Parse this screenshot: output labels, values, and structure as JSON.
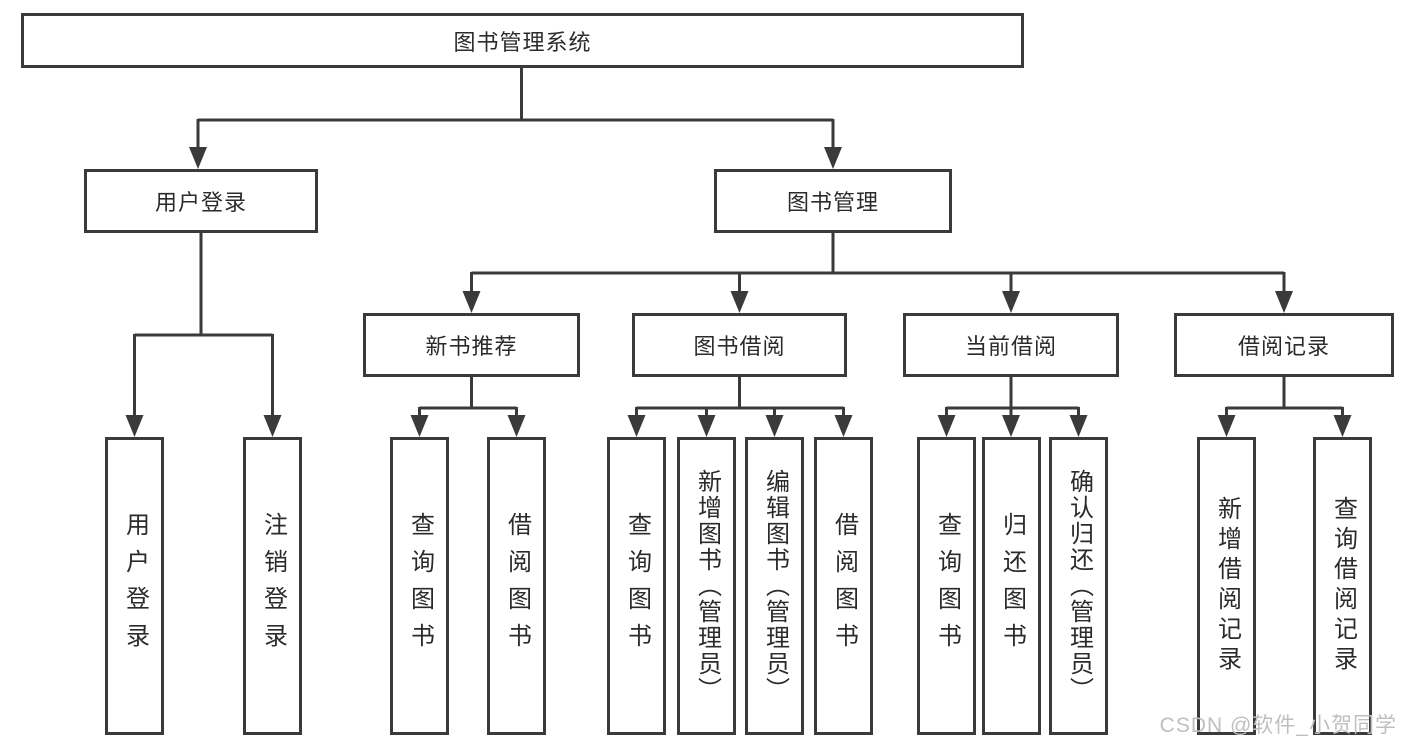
{
  "diagram": {
    "type": "hierarchy",
    "root": {
      "label": "图书管理系统"
    },
    "level2": [
      {
        "label": "用户登录",
        "leaves": [
          "用户登录",
          "注销登录"
        ]
      },
      {
        "label": "图书管理"
      }
    ],
    "level3": [
      {
        "label": "新书推荐",
        "leaves": [
          "查询图书",
          "借阅图书"
        ]
      },
      {
        "label": "图书借阅",
        "leaves": [
          "查询图书",
          "新增图书（管理员）",
          "编辑图书（管理员）",
          "借阅图书"
        ]
      },
      {
        "label": "当前借阅",
        "leaves": [
          "查询图书",
          "归还图书",
          "确认归还（管理员）"
        ]
      },
      {
        "label": "借阅记录",
        "leaves": [
          "新增借阅记录",
          "查询借阅记录"
        ]
      }
    ],
    "watermark": "CSDN @软件_小贺同学",
    "colors": {
      "line": "#3a3a3a",
      "text": "#2b2b2b",
      "background": "#ffffff",
      "watermark": "#bfbfbf"
    }
  }
}
